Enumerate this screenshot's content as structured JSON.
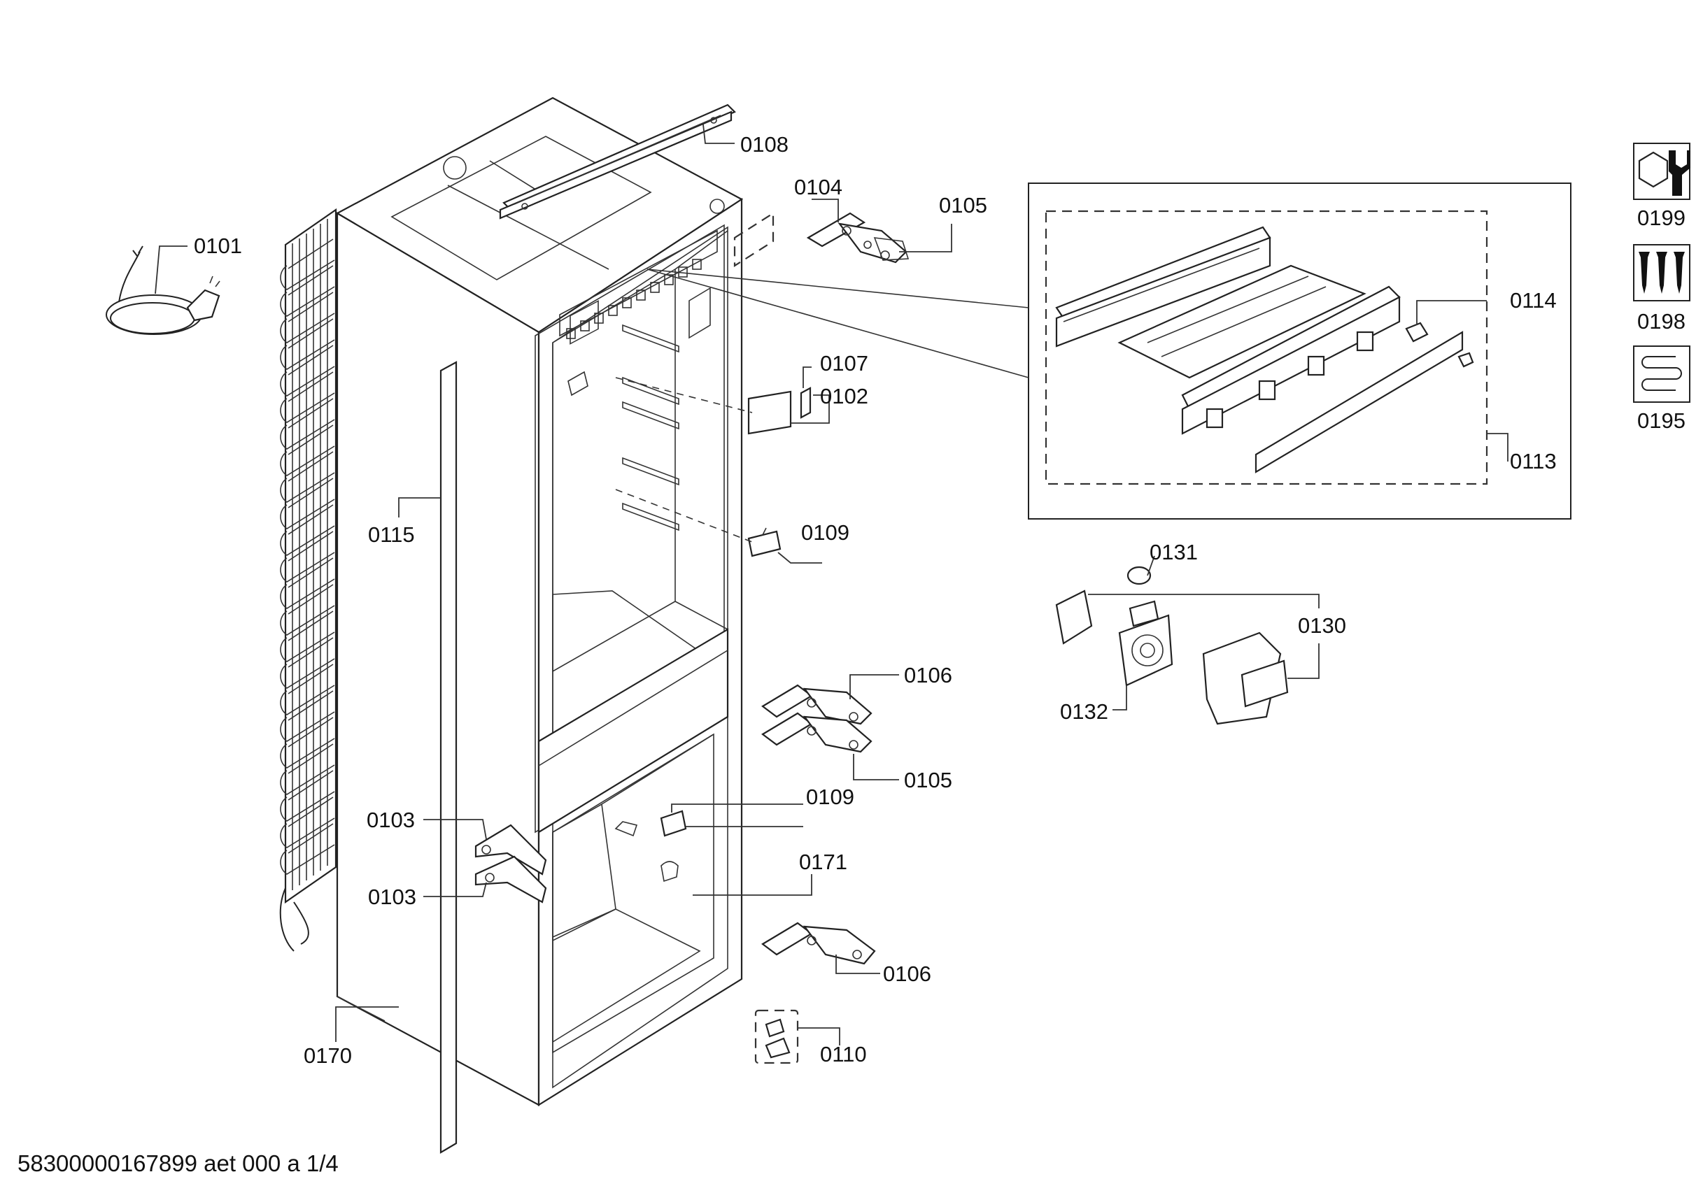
{
  "diagram": {
    "part_labels": {
      "p0101": "0101",
      "p0108": "0108",
      "p0104": "0104",
      "p0105a": "0105",
      "p0107": "0107",
      "p0102": "0102",
      "p0115": "0115",
      "p0109a": "0109",
      "p0106a": "0106",
      "p0105b": "0105",
      "p0103a": "0103",
      "p0109b": "0109",
      "p0103b": "0103",
      "p0171": "0171",
      "p0106b": "0106",
      "p0170": "0170",
      "p0110": "0110",
      "p0114": "0114",
      "p0113": "0113",
      "p0131": "0131",
      "p0130": "0130",
      "p0132": "0132"
    },
    "sidebar": [
      {
        "code": "0199",
        "icon": "nut-and-wrench-icon"
      },
      {
        "code": "0198",
        "icon": "screws-icon"
      },
      {
        "code": "0195",
        "icon": "grease-coil-icon"
      }
    ],
    "footer": "58300000167899 aet 000 a 1/4"
  }
}
